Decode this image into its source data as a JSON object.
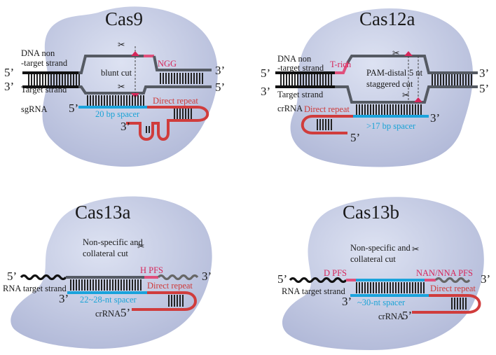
{
  "panels": {
    "cas9": {
      "title": "Cas9",
      "dna_nontarget": "DNA non",
      "dna_nontarget2": "-target strand",
      "target_strand": "Target strand",
      "sgrna": "sgRNA",
      "pam": "NGG",
      "cut": "blunt cut",
      "spacer": "20 bp spacer",
      "direct_repeat": "Direct repeat",
      "end_5_top": "5’",
      "end_3_bottom": "3’",
      "end_3_top_right": "3’",
      "end_5_bottom_right": "5’",
      "rna_5": "5’",
      "rna_3": "3’"
    },
    "cas12a": {
      "title": "Cas12a",
      "dna_nontarget": "DNA non",
      "dna_nontarget2": "-target strand",
      "target_strand": "Target strand",
      "crrna": "crRNA",
      "pam": "T-rich",
      "cut_a": "PAM-distal",
      "cut_b": "staggered cut",
      "cut_c": "5 nt",
      "spacer": ">17 bp spacer",
      "direct_repeat": "Direct repeat",
      "end_5_top": "5’",
      "end_3_bottom": "3’",
      "end_3_top_right": "3’",
      "end_5_bottom_right": "5’",
      "rna_3": "3’",
      "rna_5": "5’"
    },
    "cas13a": {
      "title": "Cas13a",
      "collateral_a": "Non-specific and",
      "collateral_b": "collateral cut",
      "pfs": "H PFS",
      "rna_target": "RNA target strand",
      "spacer": "22~28-nt spacer",
      "direct_repeat": "Direct repeat",
      "crrna": "crRNA",
      "end_5": "5’",
      "end_3": "3’",
      "rna_3": "3’",
      "rna_5": "5’"
    },
    "cas13b": {
      "title": "Cas13b",
      "collateral_a": "Non-specific and",
      "collateral_b": "collateral cut",
      "pfs_left": "D PFS",
      "pfs_right": "NAN/NNA PFS",
      "rna_target": "RNA target strand",
      "spacer": "~30-nt spacer",
      "direct_repeat": "Direct repeat",
      "crrna": "crRNA",
      "end_5": "5’",
      "end_3": "3’",
      "rna_3": "3’",
      "rna_5": "5’"
    }
  }
}
